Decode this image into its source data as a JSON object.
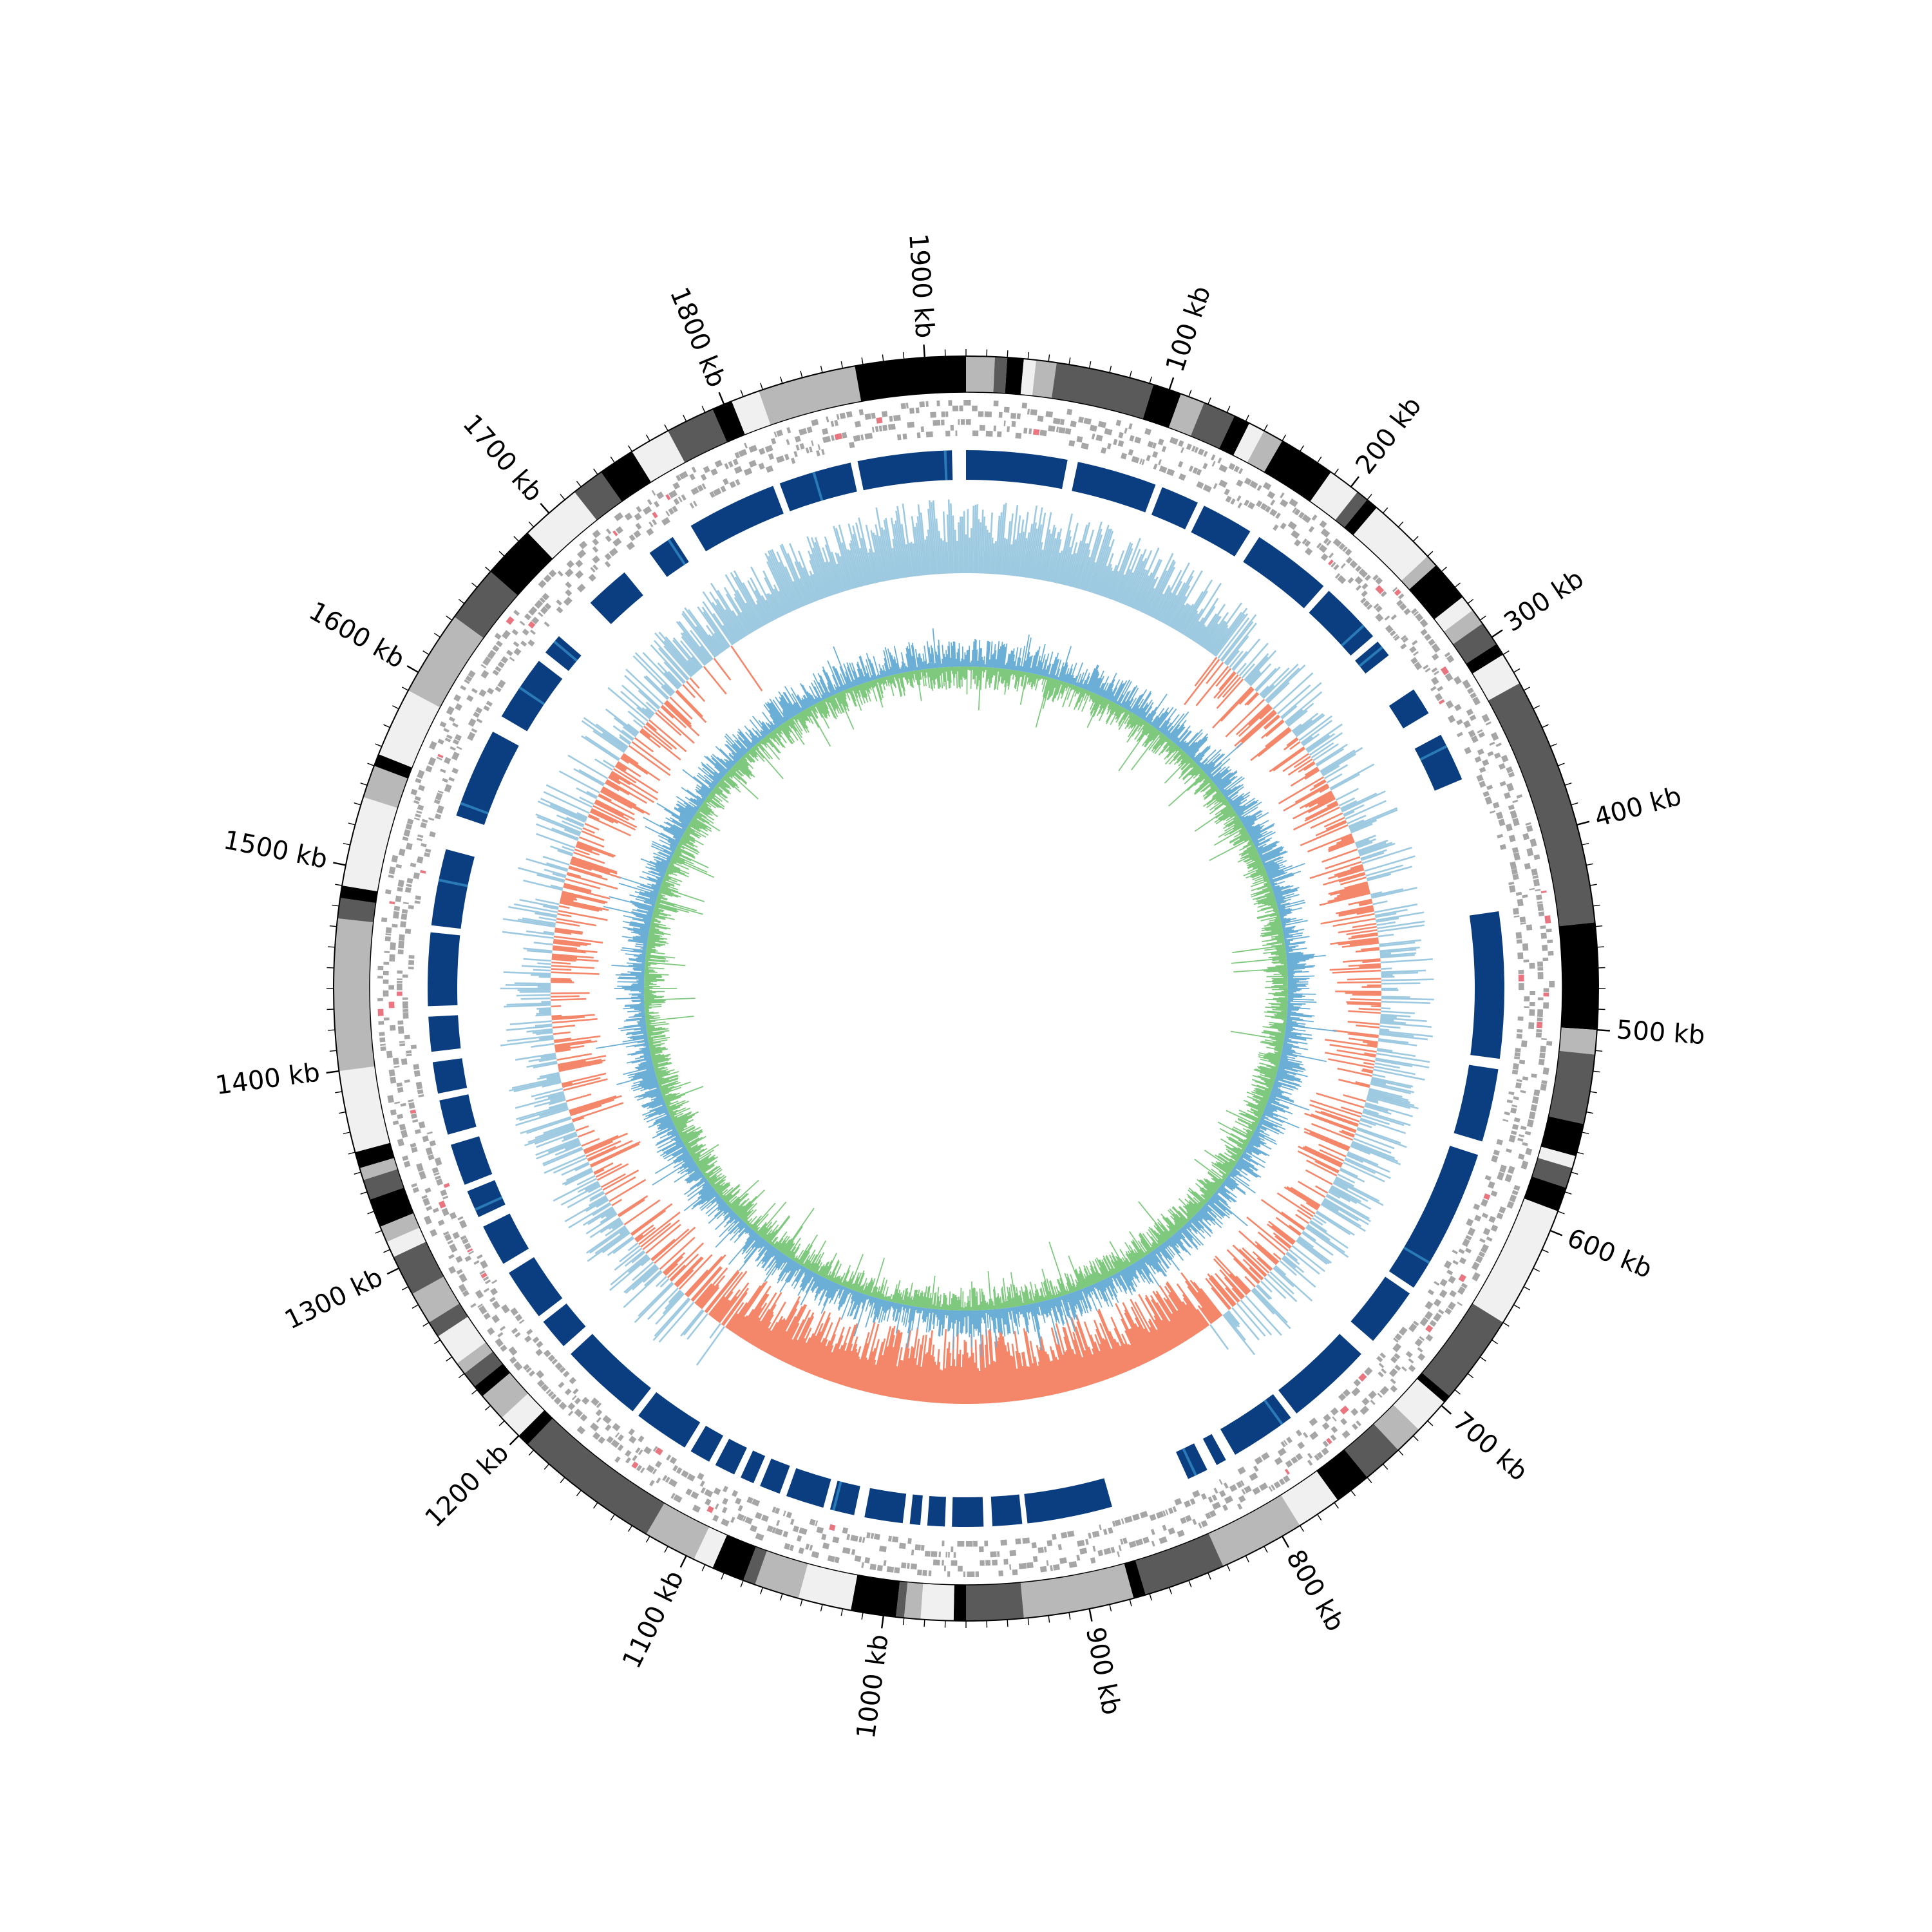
{
  "chart_data": {
    "type": "circular_genome_map",
    "genome_length_kb": 1920,
    "unit": "kb",
    "tick_labels": [
      "100 kb",
      "200 kb",
      "300 kb",
      "400 kb",
      "500 kb",
      "600 kb",
      "700 kb",
      "800 kb",
      "900 kb",
      "1000 kb",
      "1100 kb",
      "1200 kb",
      "1300 kb",
      "1400 kb",
      "1500 kb",
      "1600 kb",
      "1700 kb",
      "1800 kb",
      "1900 kb"
    ],
    "tick_positions_kb": [
      100,
      200,
      300,
      400,
      500,
      600,
      700,
      800,
      900,
      1000,
      1100,
      1200,
      1300,
      1400,
      1500,
      1600,
      1700,
      1800,
      1900
    ],
    "minor_tick_step_kb": 10,
    "tracks": [
      {
        "name": "contigs",
        "kind": "grayscale_blocks",
        "blocks_kb": [
          [
            0,
            14,
            "#b8b8b8"
          ],
          [
            14,
            20,
            "#5a5a5a"
          ],
          [
            20,
            28,
            "#000000"
          ],
          [
            28,
            34,
            "#f0f0f0"
          ],
          [
            34,
            44,
            "#b8b8b8"
          ],
          [
            44,
            92,
            "#5a5a5a"
          ],
          [
            92,
            106,
            "#000000"
          ],
          [
            106,
            118,
            "#b8b8b8"
          ],
          [
            118,
            134,
            "#5a5a5a"
          ],
          [
            134,
            142,
            "#000000"
          ],
          [
            142,
            150,
            "#f0f0f0"
          ],
          [
            150,
            160,
            "#b8b8b8"
          ],
          [
            160,
            188,
            "#000000"
          ],
          [
            188,
            204,
            "#f0f0f0"
          ],
          [
            204,
            210,
            "#5a5a5a"
          ],
          [
            210,
            216,
            "#000000"
          ],
          [
            216,
            250,
            "#f0f0f0"
          ],
          [
            250,
            256,
            "#b8b8b8"
          ],
          [
            256,
            276,
            "#000000"
          ],
          [
            276,
            284,
            "#f0f0f0"
          ],
          [
            284,
            292,
            "#b8b8b8"
          ],
          [
            292,
            304,
            "#5a5a5a"
          ],
          [
            304,
            310,
            "#000000"
          ],
          [
            310,
            326,
            "#f0f0f0"
          ],
          [
            326,
            448,
            "#5a5a5a"
          ],
          [
            448,
            500,
            "#000000"
          ],
          [
            500,
            512,
            "#b8b8b8"
          ],
          [
            512,
            546,
            "#5a5a5a"
          ],
          [
            546,
            562,
            "#000000"
          ],
          [
            562,
            568,
            "#f0f0f0"
          ],
          [
            568,
            578,
            "#5a5a5a"
          ],
          [
            578,
            590,
            "#000000"
          ],
          [
            590,
            650,
            "#f0f0f0"
          ],
          [
            650,
            694,
            "#5a5a5a"
          ],
          [
            694,
            698,
            "#000000"
          ],
          [
            698,
            716,
            "#f0f0f0"
          ],
          [
            716,
            730,
            "#b8b8b8"
          ],
          [
            730,
            750,
            "#5a5a5a"
          ],
          [
            750,
            768,
            "#000000"
          ],
          [
            768,
            790,
            "#f0f0f0"
          ],
          [
            790,
            832,
            "#b8b8b8"
          ],
          [
            832,
            872,
            "#5a5a5a"
          ],
          [
            872,
            878,
            "#000000"
          ],
          [
            878,
            932,
            "#b8b8b8"
          ],
          [
            932,
            960,
            "#5a5a5a"
          ],
          [
            960,
            966,
            "#000000"
          ],
          [
            966,
            982,
            "#f0f0f0"
          ],
          [
            982,
            990,
            "#b8b8b8"
          ],
          [
            990,
            994,
            "#5a5a5a"
          ],
          [
            994,
            1016,
            "#000000"
          ],
          [
            1016,
            1042,
            "#f0f0f0"
          ],
          [
            1042,
            1064,
            "#b8b8b8"
          ],
          [
            1064,
            1070,
            "#5a5a5a"
          ],
          [
            1070,
            1086,
            "#000000"
          ],
          [
            1086,
            1096,
            "#f0f0f0"
          ],
          [
            1096,
            1122,
            "#b8b8b8"
          ],
          [
            1122,
            1194,
            "#5a5a5a"
          ],
          [
            1194,
            1200,
            "#000000"
          ],
          [
            1200,
            1212,
            "#f0f0f0"
          ],
          [
            1212,
            1226,
            "#b8b8b8"
          ],
          [
            1226,
            1232,
            "#000000"
          ],
          [
            1232,
            1240,
            "#5a5a5a"
          ],
          [
            1240,
            1246,
            "#b8b8b8"
          ],
          [
            1246,
            1262,
            "#f0f0f0"
          ],
          [
            1262,
            1270,
            "#5a5a5a"
          ],
          [
            1270,
            1286,
            "#b8b8b8"
          ],
          [
            1286,
            1306,
            "#5a5a5a"
          ],
          [
            1306,
            1314,
            "#f0f0f0"
          ],
          [
            1314,
            1322,
            "#b8b8b8"
          ],
          [
            1322,
            1336,
            "#000000"
          ],
          [
            1336,
            1346,
            "#5a5a5a"
          ],
          [
            1346,
            1352,
            "#b8b8b8"
          ],
          [
            1352,
            1360,
            "#000000"
          ],
          [
            1360,
            1370,
            "#f0f0f0"
          ],
          [
            1370,
            1400,
            "#f0f0f0"
          ],
          [
            1400,
            1474,
            "#b8b8b8"
          ],
          [
            1474,
            1484,
            "#5a5a5a"
          ],
          [
            1484,
            1490,
            "#000000"
          ],
          [
            1490,
            1534,
            "#f0f0f0"
          ],
          [
            1534,
            1550,
            "#b8b8b8"
          ],
          [
            1550,
            1556,
            "#000000"
          ],
          [
            1556,
            1590,
            "#f0f0f0"
          ],
          [
            1590,
            1632,
            "#b8b8b8"
          ],
          [
            1632,
            1660,
            "#5a5a5a"
          ],
          [
            1660,
            1686,
            "#000000"
          ],
          [
            1686,
            1716,
            "#f0f0f0"
          ],
          [
            1716,
            1732,
            "#5a5a5a"
          ],
          [
            1732,
            1750,
            "#000000"
          ],
          [
            1750,
            1770,
            "#f0f0f0"
          ],
          [
            1770,
            1794,
            "#5a5a5a"
          ],
          [
            1794,
            1804,
            "#000000"
          ],
          [
            1804,
            1818,
            "#f0f0f0"
          ],
          [
            1818,
            1866,
            "#b8b8b8"
          ],
          [
            1866,
            1920,
            "#000000"
          ]
        ]
      },
      {
        "name": "genes_forward",
        "kind": "gene_bars",
        "color": "#a6a6a6"
      },
      {
        "name": "genes_reverse",
        "kind": "gene_bars",
        "color": "#a6a6a6"
      },
      {
        "name": "blast_hits",
        "kind": "blocks",
        "color": "#0b3e80",
        "blocks_kb": [
          [
            0,
            58
          ],
          [
            64,
            110
          ],
          [
            114,
            136
          ],
          [
            140,
            170
          ],
          [
            176,
            222
          ],
          [
            226,
            262
          ],
          [
            266,
            276
          ],
          [
            300,
            316
          ],
          [
            330,
            358
          ],
          [
            436,
            520
          ],
          [
            526,
            568
          ],
          [
            576,
            660
          ],
          [
            664,
            698
          ],
          [
            708,
            758
          ],
          [
            762,
            800
          ],
          [
            806,
            812
          ],
          [
            818,
            830
          ],
          [
            876,
            925
          ],
          [
            928,
            945
          ],
          [
            950,
            968
          ],
          [
            972,
            982
          ],
          [
            986,
            992
          ],
          [
            996,
            1018
          ],
          [
            1024,
            1038
          ],
          [
            1042,
            1064
          ],
          [
            1068,
            1080
          ],
          [
            1084,
            1092
          ],
          [
            1096,
            1108
          ],
          [
            1112,
            1124
          ],
          [
            1128,
            1160
          ],
          [
            1164,
            1212
          ],
          [
            1218,
            1236
          ],
          [
            1240,
            1270
          ],
          [
            1276,
            1300
          ],
          [
            1306,
            1322
          ],
          [
            1326,
            1350
          ],
          [
            1356,
            1376
          ],
          [
            1380,
            1398
          ],
          [
            1404,
            1424
          ],
          [
            1430,
            1472
          ],
          [
            1476,
            1520
          ],
          [
            1540,
            1592
          ],
          [
            1602,
            1640
          ],
          [
            1646,
            1658
          ],
          [
            1684,
            1710
          ],
          [
            1728,
            1744
          ],
          [
            1756,
            1808
          ],
          [
            1812,
            1854
          ],
          [
            1858,
            1912
          ]
        ]
      },
      {
        "name": "gc_content",
        "kind": "line_fill",
        "positive_color": "#9ecae1",
        "negative_color": "#f4866a"
      },
      {
        "name": "gc_skew",
        "kind": "line_fill",
        "outer_color": "#6baed6",
        "inner_color": "#7fc97f"
      }
    ]
  }
}
